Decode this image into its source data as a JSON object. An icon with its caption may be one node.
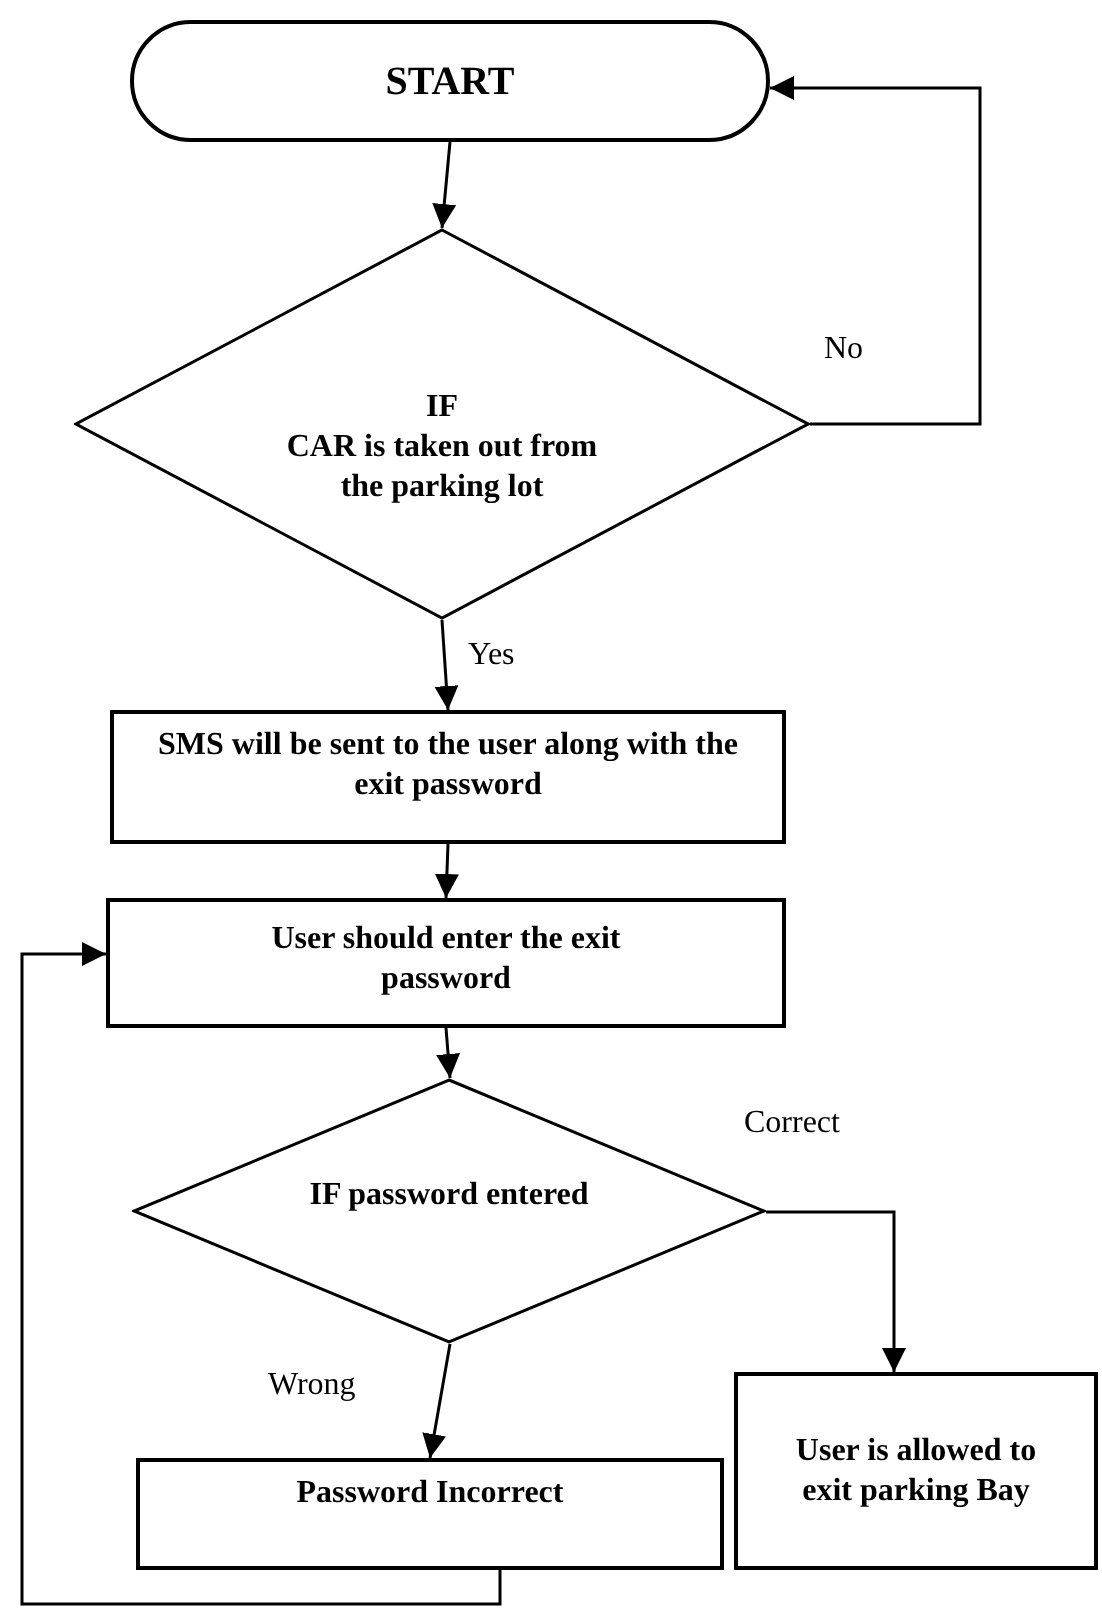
{
  "diagram": {
    "nodes": [
      {
        "text": [
          "START"
        ]
      },
      {
        "text": [
          "IF",
          "CAR is taken out from the parking lot"
        ]
      },
      {
        "text": [
          "SMS will be sent to the user along with the exit password"
        ]
      },
      {
        "text": [
          "User should enter the exit password"
        ]
      },
      {
        "text": [
          "IF password entered"
        ]
      },
      {
        "text": [
          "Password Incorrect"
        ]
      },
      {
        "text": [
          "User is allowed to exit parking Bay"
        ]
      }
    ],
    "edges": [
      {
        "from": 0,
        "to": 1,
        "arrow": "to"
      },
      {
        "from": 1,
        "to": 0,
        "arrow": "to",
        "label": "No"
      },
      {
        "from": 1,
        "to": 2,
        "arrow": "to",
        "label": "Yes"
      },
      {
        "from": 2,
        "to": 3,
        "arrow": "to"
      },
      {
        "from": 3,
        "to": 4,
        "arrow": "to"
      },
      {
        "from": 4,
        "to": 6,
        "arrow": "to",
        "label": "Correct"
      },
      {
        "from": 4,
        "to": 5,
        "arrow": "to",
        "label": "Wrong"
      },
      {
        "from": 5,
        "to": 3,
        "arrow": "to"
      }
    ]
  }
}
